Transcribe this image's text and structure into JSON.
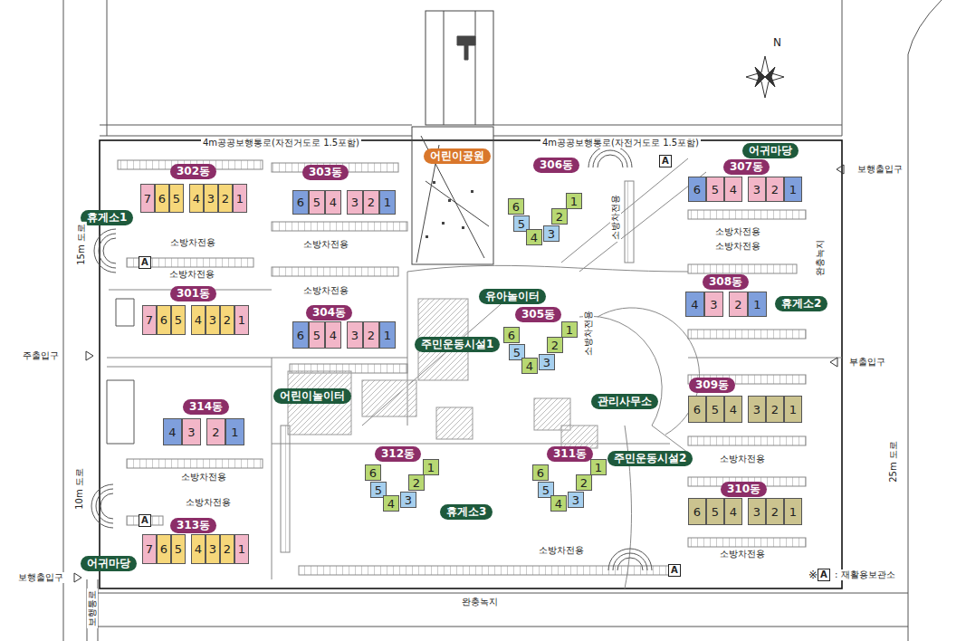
{
  "diagram": {
    "nodes": [
      {
        "text": [
          "어린이공원"
        ]
      },
      {
        "text": [
          "어귀마당"
        ]
      },
      {
        "text": [
          "302동",
          "7",
          "6",
          "5",
          "4",
          "3",
          "2",
          "1"
        ]
      },
      {
        "text": [
          "303동",
          "6",
          "5",
          "4",
          "3",
          "2",
          "1"
        ]
      },
      {
        "text": [
          "306동",
          "6",
          "5",
          "4",
          "3",
          "2",
          "1"
        ]
      },
      {
        "text": [
          "307동",
          "6",
          "5",
          "4",
          "3",
          "2",
          "1"
        ]
      },
      {
        "text": [
          "휴게소1"
        ]
      },
      {
        "text": [
          "유아놀이터"
        ]
      },
      {
        "text": [
          "308동",
          "4",
          "3",
          "2",
          "1"
        ]
      },
      {
        "text": [
          "휴게소2"
        ]
      },
      {
        "text": [
          "301동",
          "7",
          "6",
          "5",
          "4",
          "3",
          "2",
          "1"
        ]
      },
      {
        "text": [
          "305동",
          "6",
          "5",
          "4",
          "3",
          "2",
          "1"
        ]
      },
      {
        "text": [
          "304동",
          "6",
          "5",
          "4",
          "3",
          "2",
          "1"
        ]
      },
      {
        "text": [
          "주민운동시설1"
        ]
      },
      {
        "text": [
          "관리사무소"
        ]
      },
      {
        "text": [
          "어린이놀이터"
        ]
      },
      {
        "text": [
          "314동",
          "4",
          "3",
          "2",
          "1"
        ]
      },
      {
        "text": [
          "309동",
          "6",
          "5",
          "4",
          "3",
          "2",
          "1"
        ]
      },
      {
        "text": [
          "312동",
          "6",
          "5",
          "4",
          "3",
          "2",
          "1"
        ]
      },
      {
        "text": [
          "311동",
          "6",
          "5",
          "4",
          "3",
          "2",
          "1"
        ]
      },
      {
        "text": [
          "주민운동시설2"
        ]
      },
      {
        "text": [
          "310동",
          "6",
          "5",
          "4",
          "3",
          "2",
          "1"
        ]
      },
      {
        "text": [
          "휴게소3"
        ]
      },
      {
        "text": [
          "313동",
          "7",
          "6",
          "5",
          "4",
          "3",
          "2",
          "1"
        ]
      },
      {
        "text": [
          "어귀마당"
        ]
      }
    ],
    "labels": [
      "4m공공보행통로(자전거도로 1.5포함)",
      "4m공공보행통로(자전거도로 1.5포함)",
      "N",
      "보행출입구",
      "A",
      "15m 도로",
      "소방차전용",
      "소방차전용",
      "소방차전용",
      "소방차전용",
      "소방차전용",
      "소방차전용",
      "완충녹지",
      "A",
      "소방차전용",
      "소방차전용",
      "주출입구",
      "부출입구",
      "10m 도로",
      "25m 도로",
      "소방차전용",
      "소방차전용",
      "소방차전용",
      "A",
      "소방차전용",
      "소방차전용",
      "A",
      "※",
      "A",
      ": 재활용보관소",
      "보행출입구",
      "보행통로",
      "완충녹지"
    ]
  }
}
